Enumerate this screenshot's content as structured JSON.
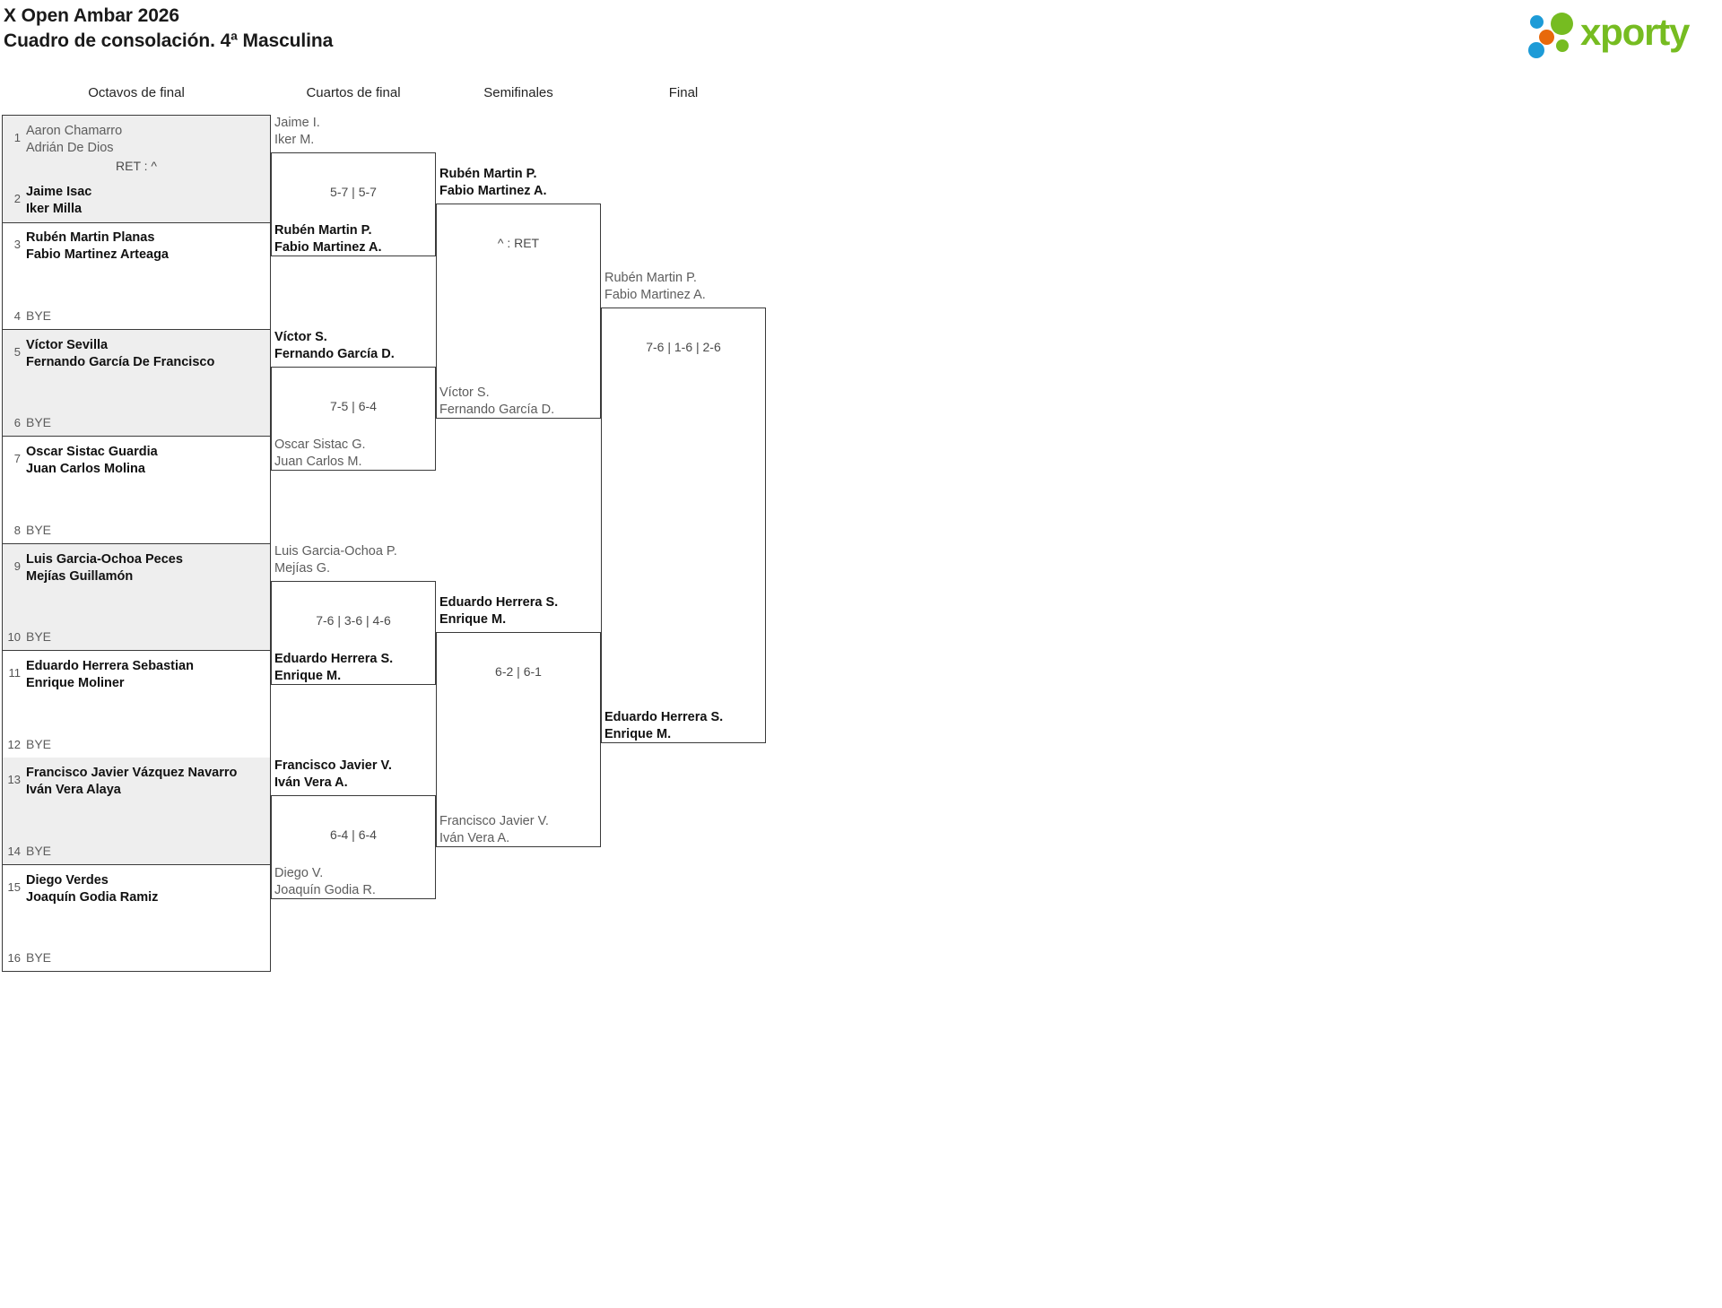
{
  "header": {
    "tournament": "X Open Ambar 2026",
    "subtitle": "Cuadro de consolación. 4ª Masculina",
    "logo_text": "xporty",
    "logo_colors": {
      "blue": "#1d9bd7",
      "orange": "#e8690b",
      "green": "#76bc21"
    }
  },
  "round_headers": [
    {
      "label": "Octavos de final"
    },
    {
      "label": "Cuartos de final"
    },
    {
      "label": "Semifinales"
    },
    {
      "label": "Final"
    }
  ],
  "bye_label": "BYE",
  "round1": {
    "matches": [
      {
        "shaded": true,
        "score": "RET : ^",
        "top": {
          "seed": "1",
          "players": [
            "Aaron Chamarro",
            "Adrián De Dios"
          ],
          "result": "loser"
        },
        "bottom": {
          "seed": "2",
          "players": [
            "Jaime Isac",
            "Iker Milla"
          ],
          "result": "winner"
        }
      },
      {
        "shaded": false,
        "score": "",
        "top": {
          "seed": "3",
          "players": [
            "Rubén Martin Planas",
            "Fabio Martinez Arteaga"
          ],
          "result": "winner"
        },
        "bottom": {
          "seed": "4",
          "players": [],
          "bye": true,
          "result": "loser"
        }
      },
      {
        "shaded": true,
        "score": "",
        "top": {
          "seed": "5",
          "players": [
            "Víctor Sevilla",
            "Fernando García De Francisco"
          ],
          "result": "winner"
        },
        "bottom": {
          "seed": "6",
          "players": [],
          "bye": true,
          "result": "loser"
        }
      },
      {
        "shaded": false,
        "score": "",
        "top": {
          "seed": "7",
          "players": [
            "Oscar Sistac Guardia",
            "Juan Carlos Molina"
          ],
          "result": "winner"
        },
        "bottom": {
          "seed": "8",
          "players": [],
          "bye": true,
          "result": "loser"
        }
      },
      {
        "shaded": true,
        "score": "",
        "top": {
          "seed": "9",
          "players": [
            "Luis Garcia-Ochoa Peces",
            "Mejías Guillamón"
          ],
          "result": "winner"
        },
        "bottom": {
          "seed": "10",
          "players": [],
          "bye": true,
          "result": "loser"
        }
      },
      {
        "shaded": false,
        "score": "",
        "top": {
          "seed": "11",
          "players": [
            "Eduardo Herrera Sebastian",
            "Enrique Moliner"
          ],
          "result": "winner"
        },
        "bottom": {
          "seed": "12",
          "players": [],
          "bye": true,
          "result": "loser"
        }
      },
      {
        "shaded": true,
        "score": "",
        "top": {
          "seed": "13",
          "players": [
            "Francisco Javier Vázquez Navarro",
            "Iván Vera Alaya"
          ],
          "result": "winner"
        },
        "bottom": {
          "seed": "14",
          "players": [],
          "bye": true,
          "result": "loser"
        }
      },
      {
        "shaded": false,
        "score": "",
        "top": {
          "seed": "15",
          "players": [
            "Diego Verdes",
            "Joaquín Godia Ramiz"
          ],
          "result": "winner"
        },
        "bottom": {
          "seed": "16",
          "players": [],
          "bye": true,
          "result": "loser"
        }
      }
    ]
  },
  "quarterfinals": {
    "matches": [
      {
        "score": "5-7 | 5-7",
        "top": {
          "players": [
            "Jaime I.",
            "Iker M."
          ],
          "result": "loser"
        },
        "bottom": {
          "players": [
            "Rubén Martin P.",
            "Fabio Martinez A."
          ],
          "result": "winner"
        }
      },
      {
        "score": "7-5 | 6-4",
        "top": {
          "players": [
            "Víctor S.",
            "Fernando García D."
          ],
          "result": "winner"
        },
        "bottom": {
          "players": [
            "Oscar Sistac G.",
            "Juan Carlos M."
          ],
          "result": "loser"
        }
      },
      {
        "score": "7-6 | 3-6 | 4-6",
        "top": {
          "players": [
            "Luis Garcia-Ochoa P.",
            "Mejías G."
          ],
          "result": "loser"
        },
        "bottom": {
          "players": [
            "Eduardo Herrera S.",
            "Enrique M."
          ],
          "result": "winner"
        }
      },
      {
        "score": "6-4 | 6-4",
        "top": {
          "players": [
            "Francisco Javier V.",
            "Iván Vera A."
          ],
          "result": "winner"
        },
        "bottom": {
          "players": [
            "Diego V.",
            "Joaquín Godia R."
          ],
          "result": "loser"
        }
      }
    ]
  },
  "semifinals": {
    "matches": [
      {
        "score": "^ : RET",
        "top": {
          "players": [
            "Rubén Martin P.",
            "Fabio Martinez A."
          ],
          "result": "winner"
        },
        "bottom": {
          "players": [
            "Víctor S.",
            "Fernando García D."
          ],
          "result": "loser"
        }
      },
      {
        "score": "6-2 | 6-1",
        "top": {
          "players": [
            "Eduardo Herrera S.",
            "Enrique M."
          ],
          "result": "winner"
        },
        "bottom": {
          "players": [
            "Francisco Javier V.",
            "Iván Vera A."
          ],
          "result": "loser"
        }
      }
    ]
  },
  "final": {
    "matches": [
      {
        "score": "7-6 | 1-6 | 2-6",
        "top": {
          "players": [
            "Rubén Martin P.",
            "Fabio Martinez A."
          ],
          "result": "loser"
        },
        "bottom": {
          "players": [
            "Eduardo Herrera S.",
            "Enrique M."
          ],
          "result": "winner"
        }
      }
    ]
  }
}
